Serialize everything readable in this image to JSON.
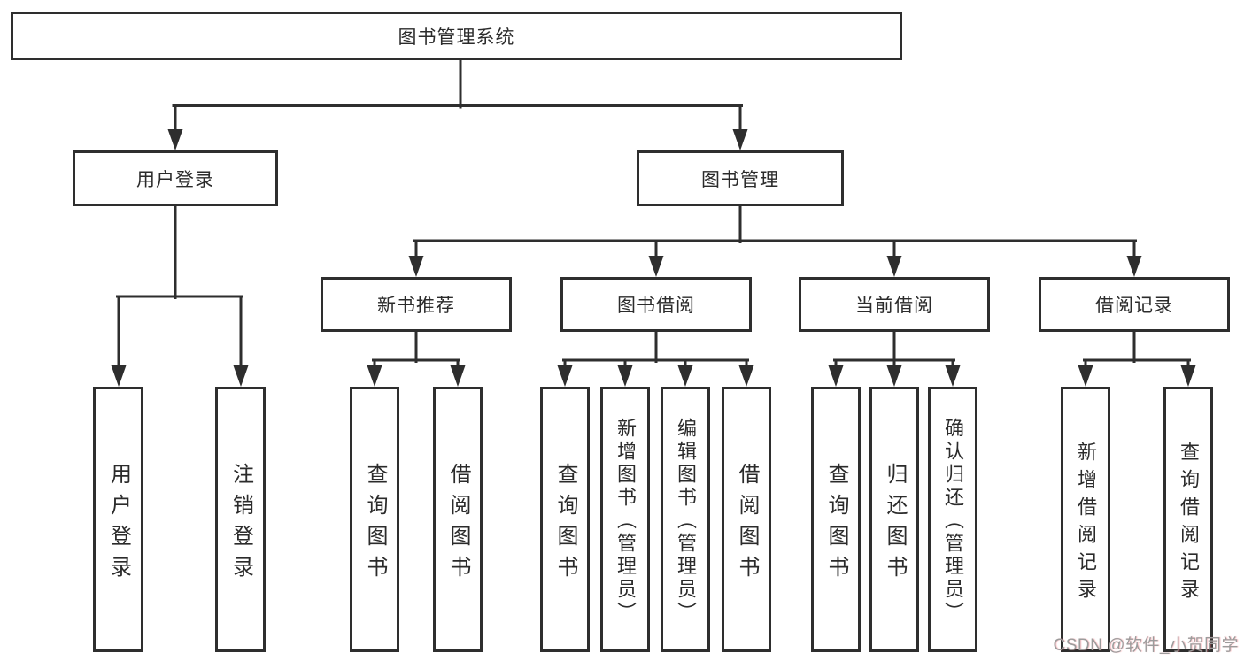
{
  "colors": {
    "line": "#2e2e2e",
    "box_fill": "#ffffff",
    "text": "#2b2b2b",
    "watermark": "#9c9c9c"
  },
  "watermark": {
    "text": "CSDN @软件_小贺同学"
  },
  "tree": {
    "label": "图书管理系统",
    "children": [
      {
        "label": "用户登录",
        "children": [
          {
            "label": "用户登录"
          },
          {
            "label": "注销登录"
          }
        ]
      },
      {
        "label": "图书管理",
        "children": [
          {
            "label": "新书推荐",
            "children": [
              {
                "label": "查询图书"
              },
              {
                "label": "借阅图书"
              }
            ]
          },
          {
            "label": "图书借阅",
            "children": [
              {
                "label": "查询图书"
              },
              {
                "label": "新增图书（管理员）"
              },
              {
                "label": "编辑图书（管理员）"
              },
              {
                "label": "借阅图书"
              }
            ]
          },
          {
            "label": "当前借阅",
            "children": [
              {
                "label": "查询图书"
              },
              {
                "label": "归还图书"
              },
              {
                "label": "确认归还（管理员）"
              }
            ]
          },
          {
            "label": "借阅记录",
            "children": [
              {
                "label": "新增借阅记录"
              },
              {
                "label": "查询借阅记录"
              }
            ]
          }
        ]
      }
    ]
  }
}
